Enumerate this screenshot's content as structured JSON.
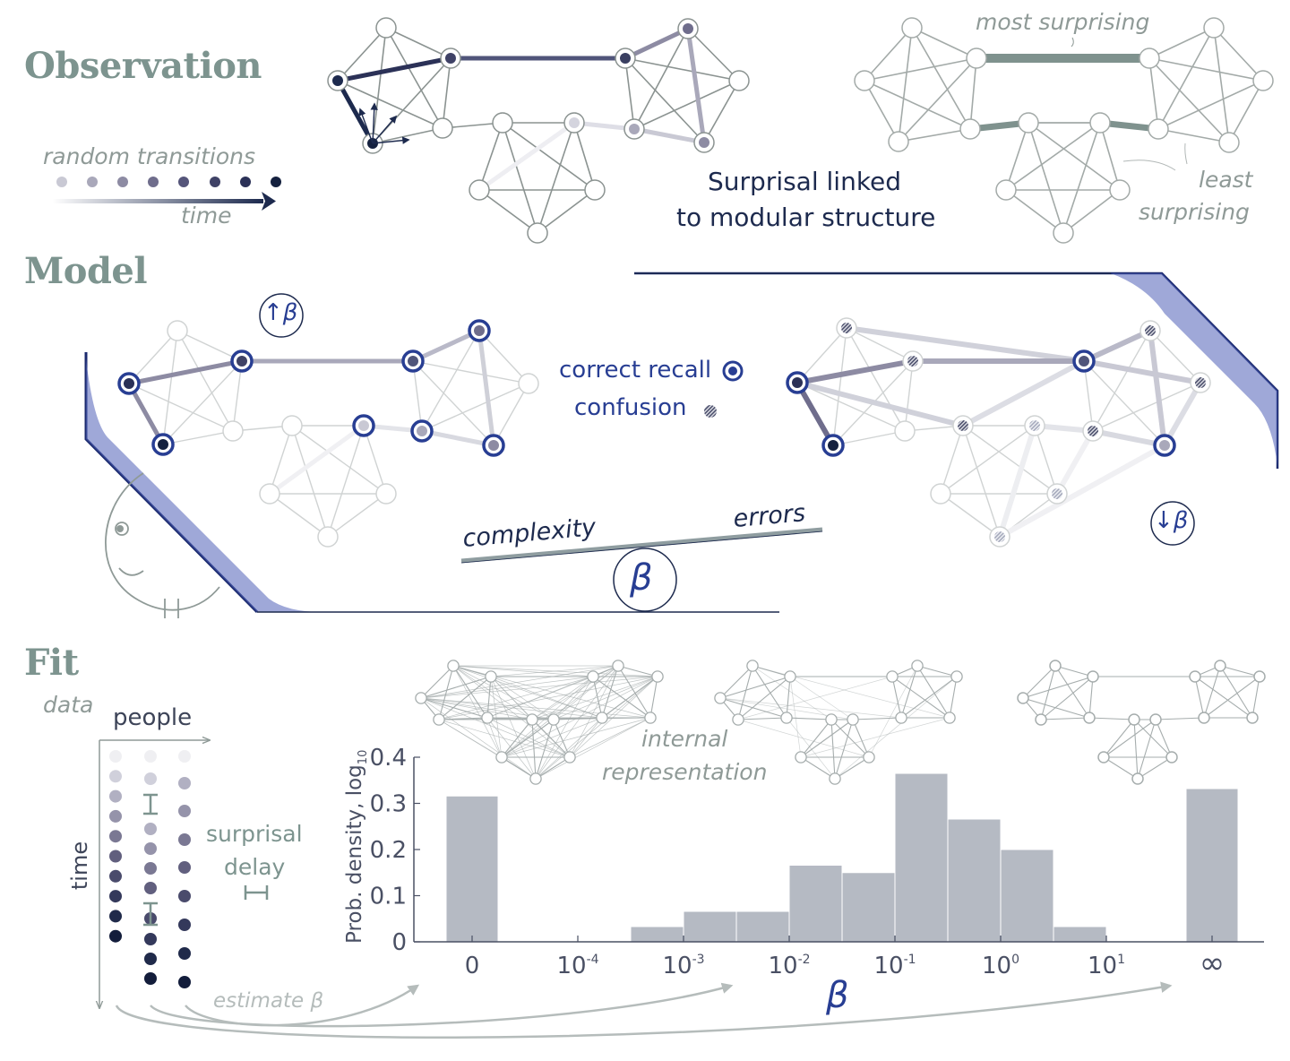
{
  "sections": {
    "observation": {
      "title": "Observation",
      "random_transitions_label": "random transitions",
      "time_label": "time",
      "caption_line1": "Surprisal linked",
      "caption_line2": "to modular structure",
      "most_surprising_label": "most surprising",
      "least_label": "least",
      "least_surprising_label": "surprising"
    },
    "model": {
      "title": "Model",
      "high_beta_badge": "↑β",
      "low_beta_badge": "↓β",
      "legend_correct_recall": "correct recall",
      "legend_confusion": "confusion",
      "seesaw_left": "complexity",
      "seesaw_right": "errors",
      "seesaw_fulcrum": "β"
    },
    "fit": {
      "title": "Fit",
      "data_label": "data",
      "people_label": "people",
      "time_axis_label": "time",
      "surprisal_label": "surprisal",
      "delay_label": "delay",
      "estimate_label": "estimate β",
      "internal_label": "internal",
      "representation_label": "representation"
    }
  },
  "colors": {
    "title_green": "#7d948f",
    "navy": "#1d2a4e",
    "accent_blue": "#283e93",
    "graph_gray": "#a3aaa8",
    "bar_gray": "#b5bac3",
    "highlight_edge": "#7f928e"
  },
  "chart_data": {
    "type": "bar",
    "title": "",
    "xlabel": "β",
    "ylabel": "Prob. density, log10",
    "ylabel_main": "Prob. density, log",
    "ylabel_sub": "10",
    "ylim": [
      0,
      0.4
    ],
    "yticks": [
      "0",
      "0.1",
      "0.2",
      "0.3",
      "0.4"
    ],
    "xticks": [
      {
        "base": "0",
        "exp": ""
      },
      {
        "base": "10",
        "exp": "-4"
      },
      {
        "base": "10",
        "exp": "-3"
      },
      {
        "base": "10",
        "exp": "-2"
      },
      {
        "base": "10",
        "exp": "-1"
      },
      {
        "base": "10",
        "exp": "0"
      },
      {
        "base": "10",
        "exp": "1"
      },
      {
        "base": "∞",
        "exp": ""
      }
    ],
    "bins": [
      {
        "label": "β = 0",
        "log10_from": null,
        "log10_to": null,
        "special": "zero",
        "value": 0.316
      },
      {
        "log10_from": -3.5,
        "log10_to": -3.0,
        "value": 0.033
      },
      {
        "log10_from": -3.0,
        "log10_to": -2.5,
        "value": 0.066
      },
      {
        "log10_from": -2.5,
        "log10_to": -2.0,
        "value": 0.066
      },
      {
        "log10_from": -2.0,
        "log10_to": -1.5,
        "value": 0.166
      },
      {
        "log10_from": -1.5,
        "log10_to": -1.0,
        "value": 0.15
      },
      {
        "log10_from": -1.0,
        "log10_to": -0.5,
        "value": 0.365
      },
      {
        "log10_from": -0.5,
        "log10_to": 0.0,
        "value": 0.266
      },
      {
        "log10_from": 0.0,
        "log10_to": 0.5,
        "value": 0.2
      },
      {
        "log10_from": 0.5,
        "log10_to": 1.0,
        "value": 0.033
      },
      {
        "label": "β = ∞",
        "log10_from": null,
        "log10_to": null,
        "special": "inf",
        "value": 0.332
      }
    ],
    "grid": false,
    "legend": "none"
  }
}
